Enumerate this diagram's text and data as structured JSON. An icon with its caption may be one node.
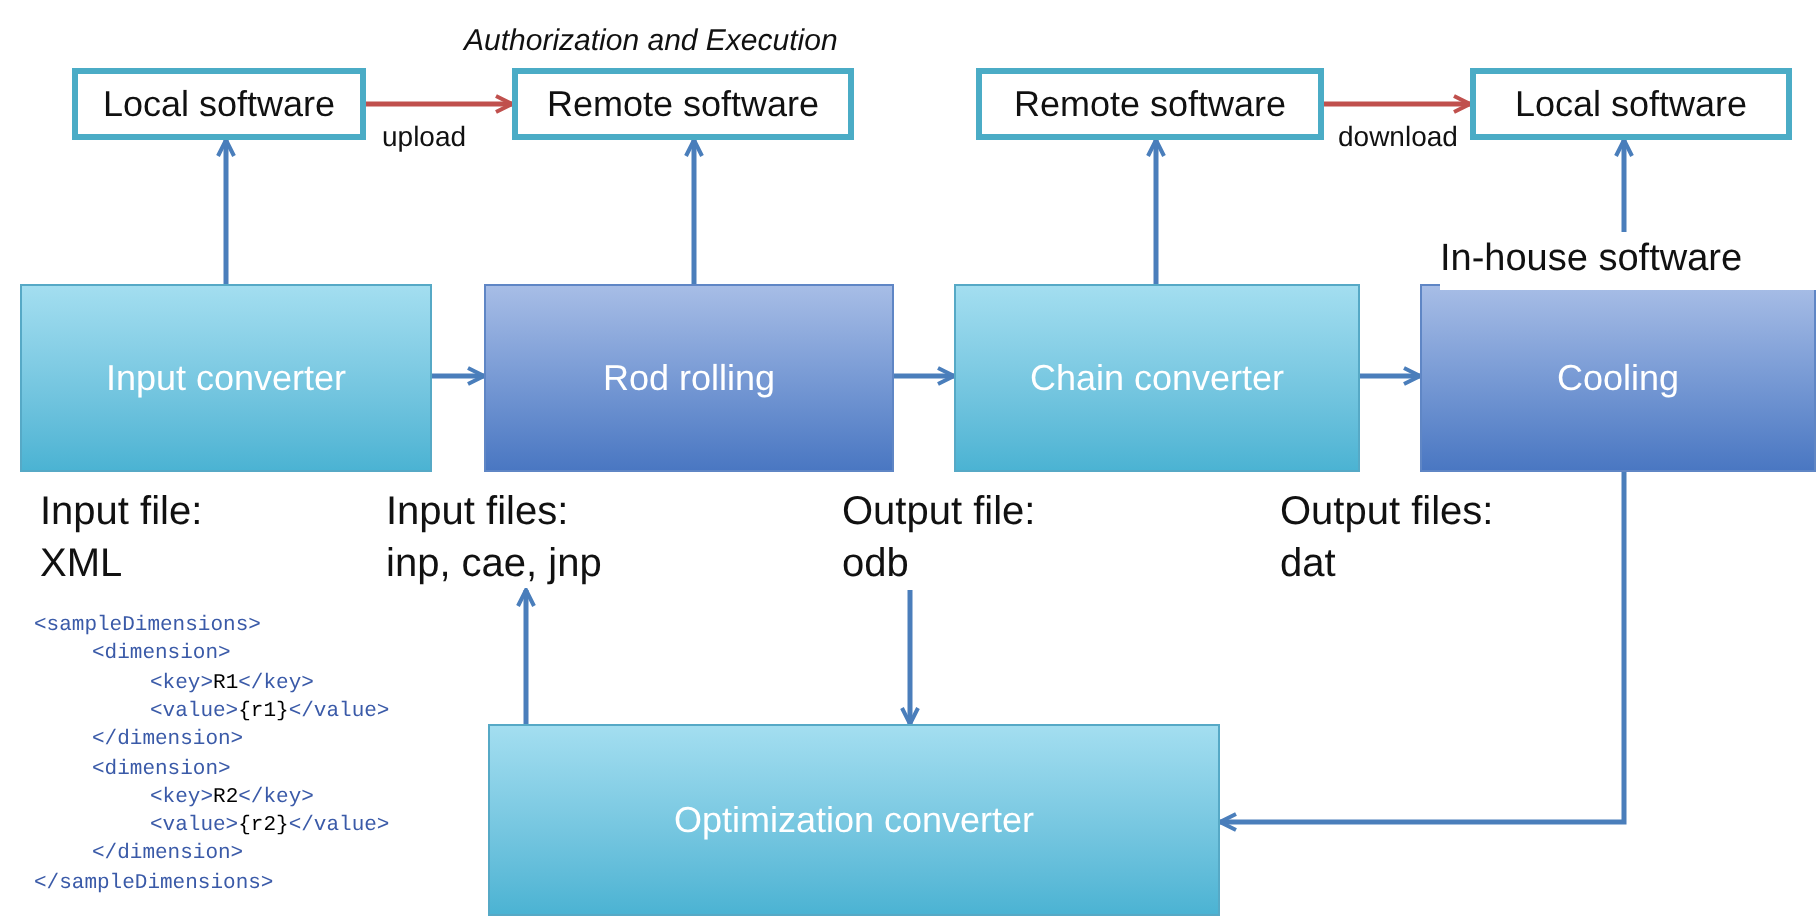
{
  "diagram": {
    "nodes": [
      {
        "text": [
          "Local software"
        ]
      },
      {
        "text": [
          "Remote software"
        ],
        "beside": [
          "Authorization and Execution"
        ]
      },
      {
        "text": [
          "Remote software"
        ]
      },
      {
        "text": [
          "Local software"
        ]
      },
      {
        "text": [
          "Input converter"
        ],
        "beside": [
          "Input file: XML"
        ]
      },
      {
        "text": [
          "Rod rolling"
        ]
      },
      {
        "text": [
          "Chain converter"
        ]
      },
      {
        "text": [
          "Cooling"
        ],
        "beside": [
          "In-house software"
        ]
      },
      {
        "text": [
          "Input files: inp, cae, jnp"
        ]
      },
      {
        "text": [
          "Output file: odb"
        ]
      },
      {
        "text": [
          "Optimization converter"
        ]
      }
    ],
    "edges": [
      {
        "from": 4,
        "to": 0,
        "arrow": "to"
      },
      {
        "from": 0,
        "to": 1,
        "arrow": "to",
        "label": "upload",
        "color": "#c0504d"
      },
      {
        "from": 5,
        "to": 1,
        "arrow": "to"
      },
      {
        "from": 6,
        "to": 2,
        "arrow": "to"
      },
      {
        "from": 2,
        "to": 3,
        "arrow": "to",
        "label": "download",
        "color": "#c0504d"
      },
      {
        "from": 7,
        "to": 3,
        "arrow": "to"
      },
      {
        "from": 4,
        "to": 5,
        "arrow": "to"
      },
      {
        "from": 5,
        "to": 6,
        "arrow": "to"
      },
      {
        "from": 6,
        "to": 7,
        "arrow": "to"
      },
      {
        "from": 10,
        "to": 8,
        "arrow": "to"
      },
      {
        "from": 9,
        "to": 10,
        "arrow": "to"
      },
      {
        "from": 7,
        "to": 10,
        "arrow": "to"
      }
    ],
    "labels": [
      "Output files: dat",
      "<sampleDimensions>",
      "<dimension>",
      "<key>**R1**</key>",
      "<value>**{r1}**</value>",
      "</dimension>",
      "<dimension>",
      "<key>**R2**</key>",
      "<value>**{r2}**</value>",
      "</dimension>",
      "</sampleDimensions>"
    ]
  }
}
